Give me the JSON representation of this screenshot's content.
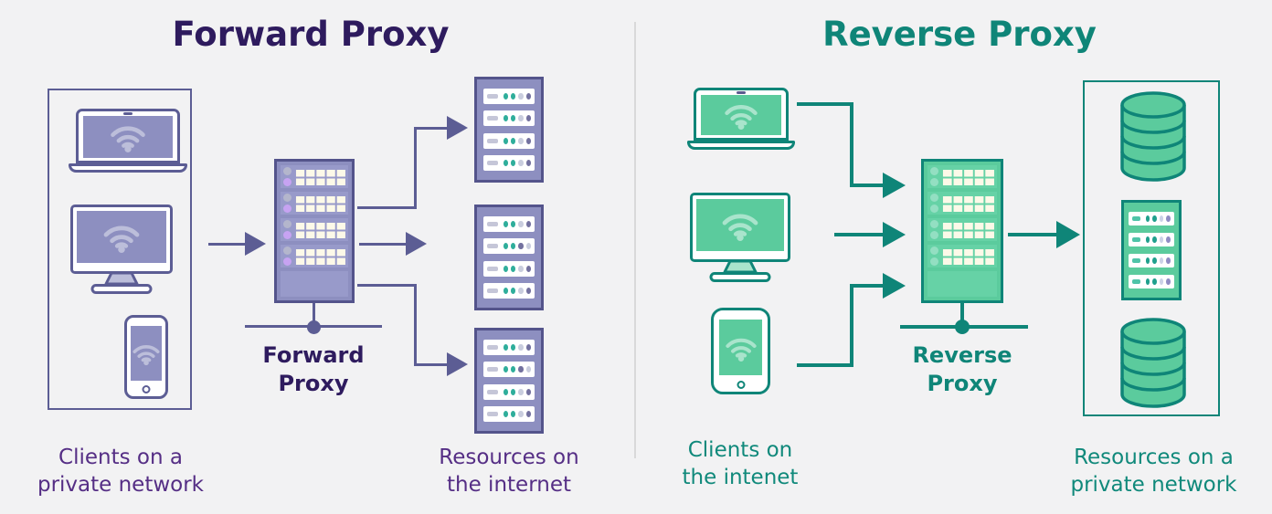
{
  "diagram": {
    "forward": {
      "title": "Forward Proxy",
      "proxy_label": [
        "Forward",
        "Proxy"
      ],
      "clients_caption": [
        "Clients on a",
        "private network"
      ],
      "resources_caption": [
        "Resources on",
        "the internet"
      ]
    },
    "reverse": {
      "title": "Reverse Proxy",
      "proxy_label": [
        "Reverse",
        "Proxy"
      ],
      "clients_caption": [
        "Clients on",
        "the intenet"
      ],
      "resources_caption": [
        "Resources on a",
        "private network"
      ]
    }
  },
  "colors": {
    "background": "#f2f2f3",
    "divider": "#d9d9d9",
    "purple_line": "#5c5d94",
    "purple_fill": "#8d8fc0",
    "purple_title": "#2e1b5e",
    "purple_caption": "#552e85",
    "teal_line": "#0f8578",
    "green_fill": "#5bcb9d",
    "teal_caption": "#10897b",
    "cream_cell": "#fcf9e8",
    "led_gray": "#b4b6cc",
    "led_violet": "#c7a3f2",
    "dot_teal": "#2fae9b",
    "dot_light": "#c9cdde",
    "dot_dark": "#73719f"
  },
  "icons": {
    "laptop-icon": "css-laptop-shape",
    "monitor-icon": "css-monitor-shape",
    "phone-icon": "css-phone-shape",
    "wifi-icon": "svg-arcs-with-dot",
    "proxy-rack-icon": "css-rack-with-grid-cells",
    "server-stack-icon": "css-rack-with-led-slats",
    "database-icon": "svg-stacked-cylinder",
    "arrow-icon": "css-triangle-head",
    "network-node-icon": "line-with-dot"
  }
}
